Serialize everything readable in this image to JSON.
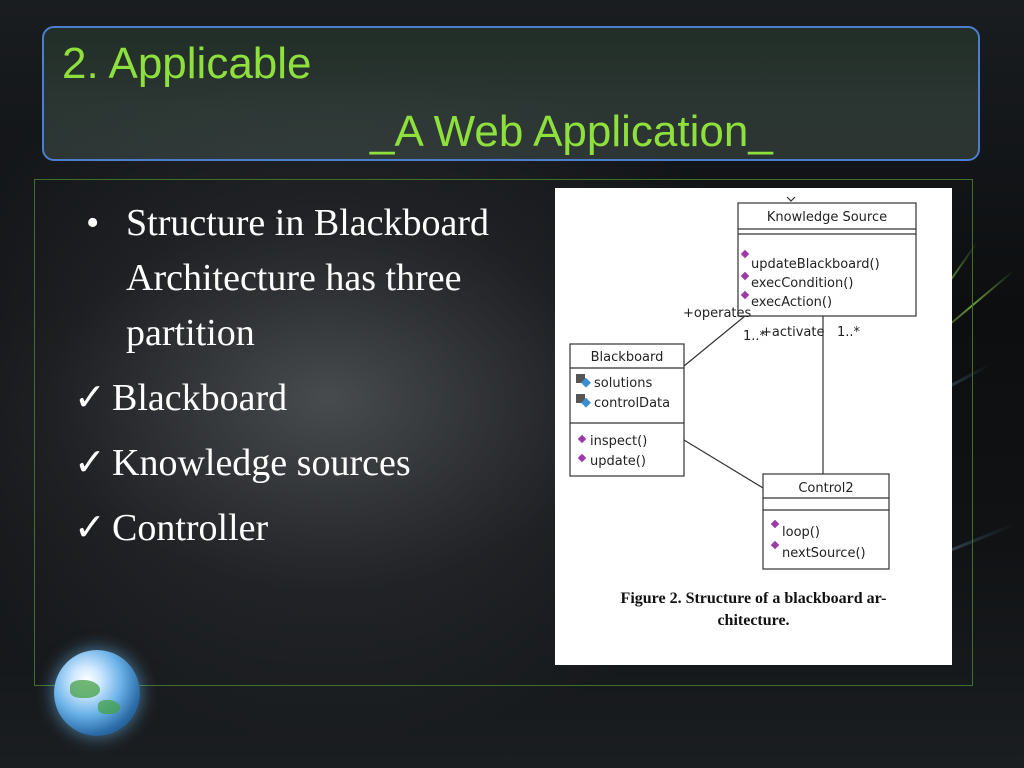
{
  "slide": {
    "title_line1": "2. Applicable",
    "title_line2": "_A Web Application_"
  },
  "bullets": {
    "main": "Structure in Blackboard Architecture has three partition",
    "bullet_glyph": "•",
    "check_glyph": "✓",
    "checks": [
      "Blackboard",
      "Knowledge sources",
      "Controller"
    ]
  },
  "figure": {
    "knowledge_source": {
      "name": "Knowledge Source",
      "methods": [
        "updateBlackboard()",
        "execCondition()",
        "execAction()"
      ]
    },
    "blackboard": {
      "name": "Blackboard",
      "attributes": [
        "solutions",
        "controlData"
      ],
      "methods": [
        "inspect()",
        "update()"
      ]
    },
    "control": {
      "name": "Control2",
      "methods": [
        "loop()",
        "nextSource()"
      ]
    },
    "labels": {
      "operates": "+operates",
      "activate": "+activate",
      "mult_left": "1..*",
      "mult_right": "1..*"
    },
    "caption_line1": "Figure 2. Structure of a blackboard ar-",
    "caption_line2": "chitecture."
  },
  "colors": {
    "title_green": "#8ee03c",
    "title_border": "#4a7fd0",
    "method_icon": "#9b3aa8",
    "attr_icon": "#3a8fd0"
  },
  "icons": [
    "globe-logo-icon",
    "method-icon",
    "attribute-icon"
  ]
}
